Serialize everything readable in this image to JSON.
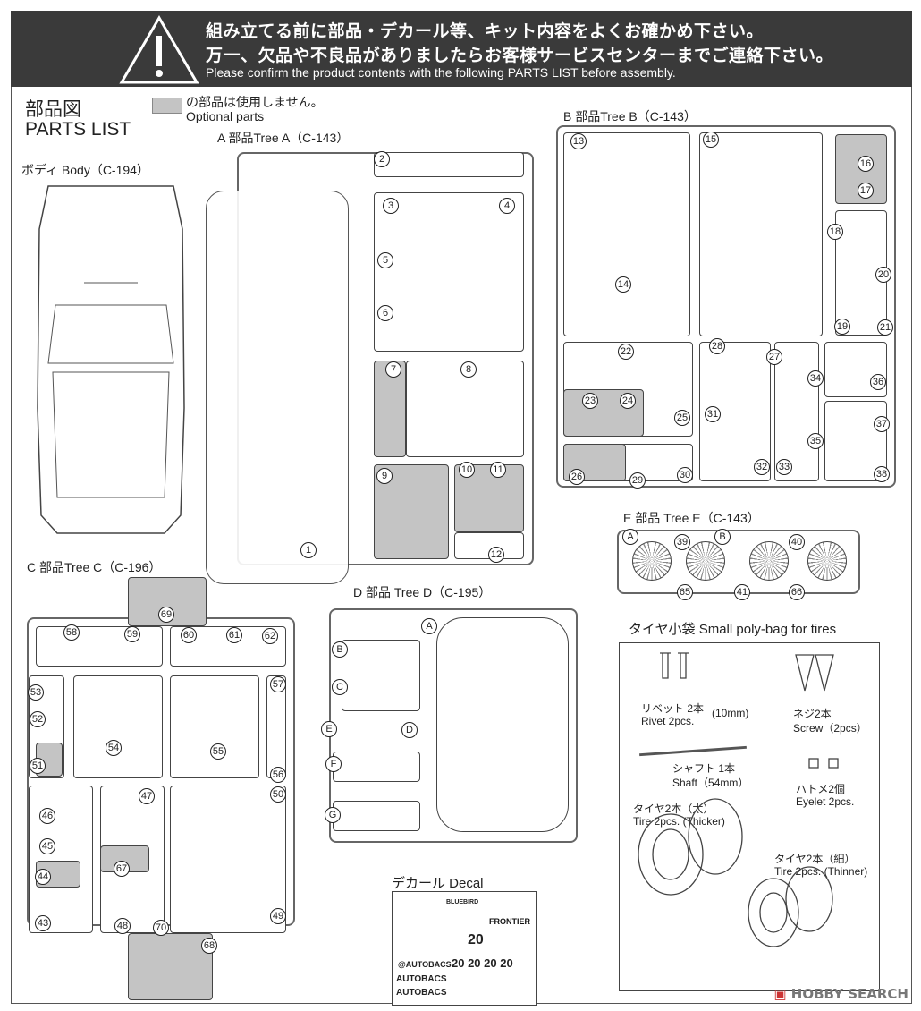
{
  "banner": {
    "line1": "組み立てる前に部品・デカール等、キット内容をよくお確かめ下さい。",
    "line2": "万一、欠品や不良品がありましたらお客様サービスセンターまでご連絡下さい。",
    "line3": "Please confirm the product contents with the following PARTS LIST before assembly."
  },
  "header": {
    "title_jp": "部品図",
    "title_en": "PARTS LIST",
    "legend_jp": "の部品は使用しません。",
    "legend_en": "Optional parts"
  },
  "sections": {
    "body": "ボディ Body（C-194）",
    "tree_a": "A 部品Tree A（C-143）",
    "tree_b": "B 部品Tree B（C-143）",
    "tree_c": "C 部品Tree C（C-196）",
    "tree_d": "D 部品 Tree D（C-195）",
    "tree_e": "E 部品 Tree E（C-143）",
    "polybag": "タイヤ小袋 Small poly-bag for tires",
    "decal": "デカール Decal"
  },
  "polybag": {
    "rivet_jp": "リベット 2本",
    "rivet_en": "Rivet 2pcs.",
    "rivet_size": "(10mm)",
    "screw_jp": "ネジ2本",
    "screw_en": "Screw（2pcs）",
    "shaft_jp": "シャフト 1本",
    "shaft_en": "Shaft（54mm）",
    "eyelet_jp": "ハトメ2個",
    "eyelet_en": "Eyelet 2pcs.",
    "tire_thick_jp": "タイヤ2本（太）",
    "tire_thick_en": "Tire 2pcs. (Thicker)",
    "tire_thin_jp": "タイヤ2本（細）",
    "tire_thin_en": "Tire 2pcs. (Thinner)"
  },
  "decal": {
    "texts": [
      "AUTOBACS",
      "AUTOBACS",
      "@AUTOBACS",
      "20 20 20 20",
      "20",
      "FRONTIER",
      "BLUEBIRD"
    ]
  },
  "parts": [
    "1",
    "2",
    "3",
    "4",
    "5",
    "6",
    "7",
    "8",
    "9",
    "10",
    "11",
    "12",
    "13",
    "14",
    "15",
    "16",
    "17",
    "18",
    "19",
    "20",
    "21",
    "22",
    "23",
    "24",
    "25",
    "26",
    "27",
    "28",
    "29",
    "30",
    "31",
    "32",
    "33",
    "34",
    "35",
    "36",
    "37",
    "38",
    "39",
    "40",
    "41",
    "43",
    "44",
    "45",
    "46",
    "47",
    "48",
    "49",
    "50",
    "51",
    "52",
    "53",
    "54",
    "55",
    "56",
    "57",
    "58",
    "59",
    "60",
    "61",
    "62",
    "65",
    "66",
    "67",
    "68",
    "69",
    "70"
  ],
  "letters": {
    "e": [
      "A",
      "B"
    ],
    "d": [
      "A",
      "B",
      "C",
      "E",
      "D",
      "F",
      "G"
    ]
  },
  "watermark": "HOBBY SEARCH",
  "colors": {
    "banner": "#3a3a3a",
    "optional": "#c4c4c4"
  }
}
